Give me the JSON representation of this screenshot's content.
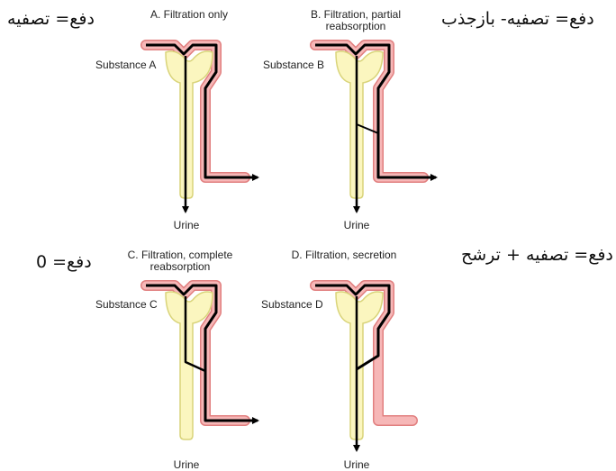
{
  "annotations": {
    "a": "دفع= تصفیه",
    "b": "دفع= تصفیه- بازجذب",
    "c": "دفع= 0",
    "d": "دفع= تصفیه + ترشح"
  },
  "panels": [
    {
      "id": "a",
      "title": "A. Filtration only",
      "substance": "Substance A",
      "output": "Urine"
    },
    {
      "id": "b",
      "title_line1": "B. Filtration, partial",
      "title_line2": "reabsorption",
      "substance": "Substance B",
      "output": "Urine"
    },
    {
      "id": "c",
      "title_line1": "C. Filtration, complete",
      "title_line2": "reabsorption",
      "substance": "Substance C",
      "output": "Urine"
    },
    {
      "id": "d",
      "title": "D. Filtration, secretion",
      "substance": "Substance D",
      "output": "Urine"
    }
  ],
  "colors": {
    "capillary_fill": "#f6b7b7",
    "capillary_stroke": "#e17f7f",
    "tubule_fill": "#fbf6bf",
    "tubule_stroke": "#d9d47a",
    "flow": "#000000"
  }
}
